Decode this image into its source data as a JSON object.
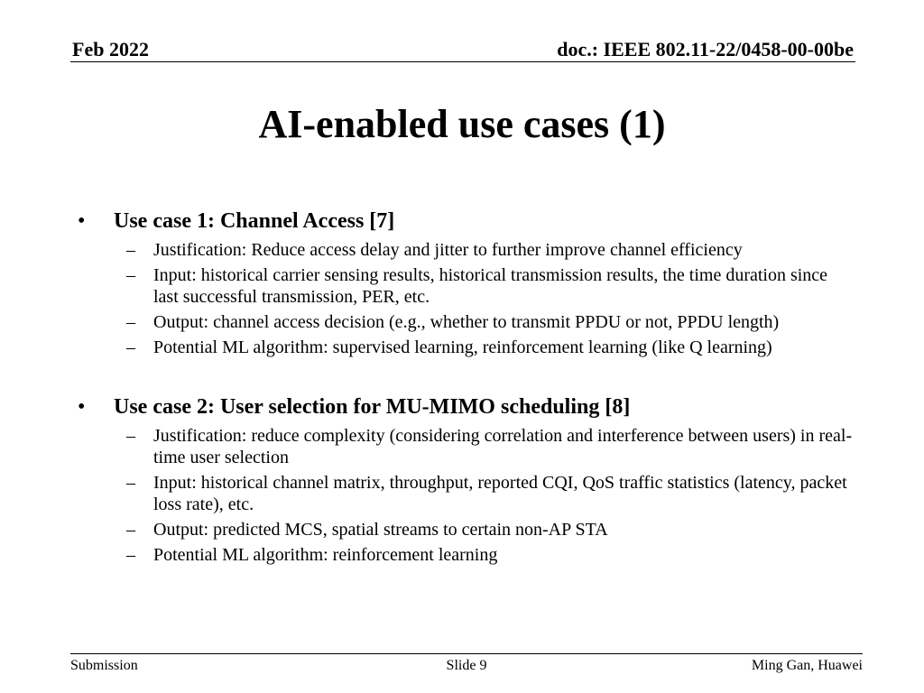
{
  "header": {
    "date": "Feb 2022",
    "doc_id": "doc.: IEEE 802.11-22/0458-00-00be"
  },
  "title": "AI-enabled use cases (1)",
  "bullet_glyph": "•",
  "dash_glyph": "–",
  "use_cases": [
    {
      "heading": "Use case 1: Channel Access [7]",
      "items": [
        "Justification: Reduce access delay and jitter to further improve channel efficiency",
        "Input: historical carrier sensing results, historical transmission results, the time duration since last successful transmission, PER, etc.",
        "Output: channel access decision (e.g., whether to transmit PPDU or not, PPDU length)",
        "Potential ML algorithm: supervised learning, reinforcement learning (like Q learning)"
      ]
    },
    {
      "heading": "Use case 2: User selection for MU-MIMO scheduling [8]",
      "items": [
        "Justification: reduce complexity (considering correlation and interference between users) in real-time user selection",
        "Input: historical channel matrix, throughput, reported CQI, QoS traffic statistics (latency, packet loss rate), etc.",
        "Output: predicted MCS, spatial streams to certain non-AP STA",
        "Potential ML algorithm: reinforcement learning"
      ]
    }
  ],
  "footer": {
    "left": "Submission",
    "center": "Slide 9",
    "right": "Ming Gan, Huawei"
  }
}
